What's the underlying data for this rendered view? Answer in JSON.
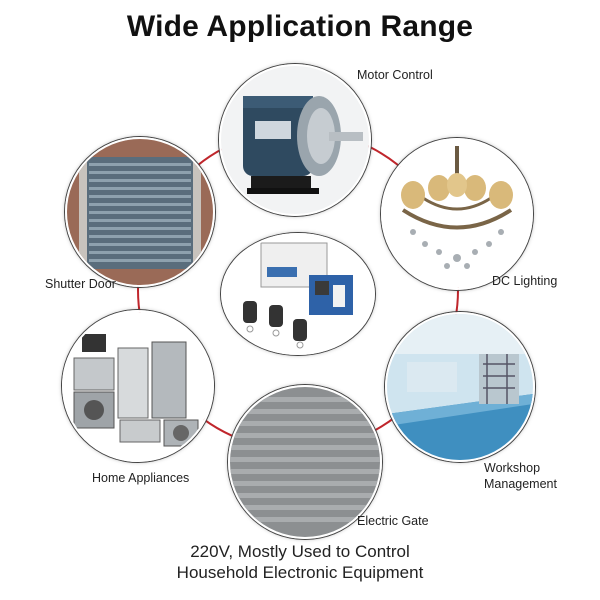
{
  "title": "Wide Application Range",
  "footer": {
    "line1": "220V, Mostly Used to Control",
    "line2": "Household Electronic Equipment"
  },
  "applications": {
    "motor": "Motor Control",
    "lighting": "DC Lighting",
    "workshop_line1": "Workshop",
    "workshop_line2": "Management",
    "gate": "Electric Gate",
    "appliances": "Home Appliances",
    "shutter": "Shutter Door"
  },
  "colors": {
    "ring": "#c0262c",
    "border": "#3a3a3a"
  }
}
